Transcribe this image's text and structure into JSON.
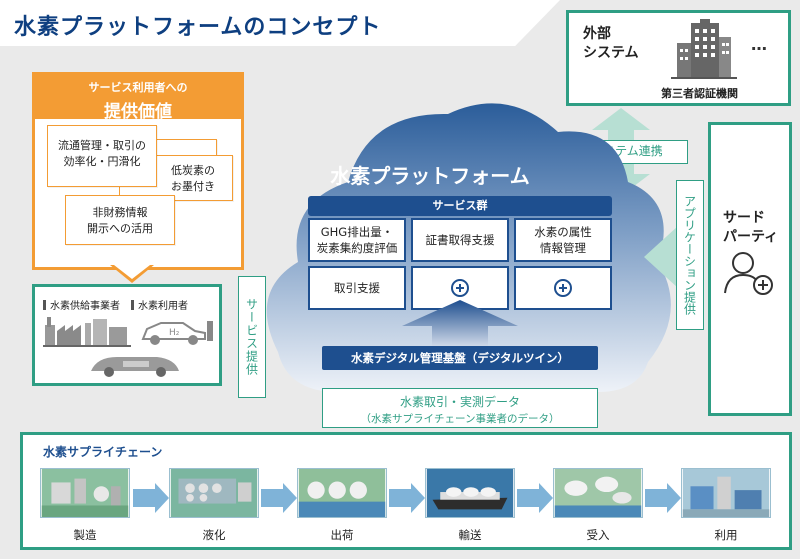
{
  "title": "水素プラットフォームのコンセプト",
  "external": {
    "label": "外部\nシステム",
    "ellipsis": "…",
    "cert_body": "第三者認証機関",
    "icon": "building-icon"
  },
  "value_box": {
    "header_line1": "サービス利用者への",
    "header_line2": "提供価値",
    "cards": [
      "流通管理・取引の\n効率化・円滑化",
      "低炭素の\nお墨付き",
      "非財務情報\n開示への活用"
    ]
  },
  "suppliers": {
    "producer_label": "水素供給事業者",
    "user_label": "水素利用者"
  },
  "service_provide": "サービス提供",
  "platform": {
    "title": "水素プラットフォーム",
    "service_group": "サービス群",
    "cells": [
      "GHG排出量・\n炭素集約度評価",
      "証書取得支援",
      "水素の属性\n情報管理",
      "取引支援"
    ],
    "base": "水素デジタル管理基盤（デジタルツイン）"
  },
  "data_flow": {
    "line1": "水素取引・実測データ",
    "line2": "（水素サプライチェーン事業者のデータ）"
  },
  "system_link": "システム連携",
  "app_provide": "アプリケーション提供",
  "third_party": {
    "label": "サード\nパーティ",
    "icon": "person-add-icon"
  },
  "supply_chain": {
    "title": "水素サプライチェーン",
    "stages": [
      "製造",
      "液化",
      "出荷",
      "輸送",
      "受入",
      "利用"
    ]
  },
  "colors": {
    "navy": "#1e4f8f",
    "teal": "#2f9e84",
    "orange": "#f39c34"
  }
}
